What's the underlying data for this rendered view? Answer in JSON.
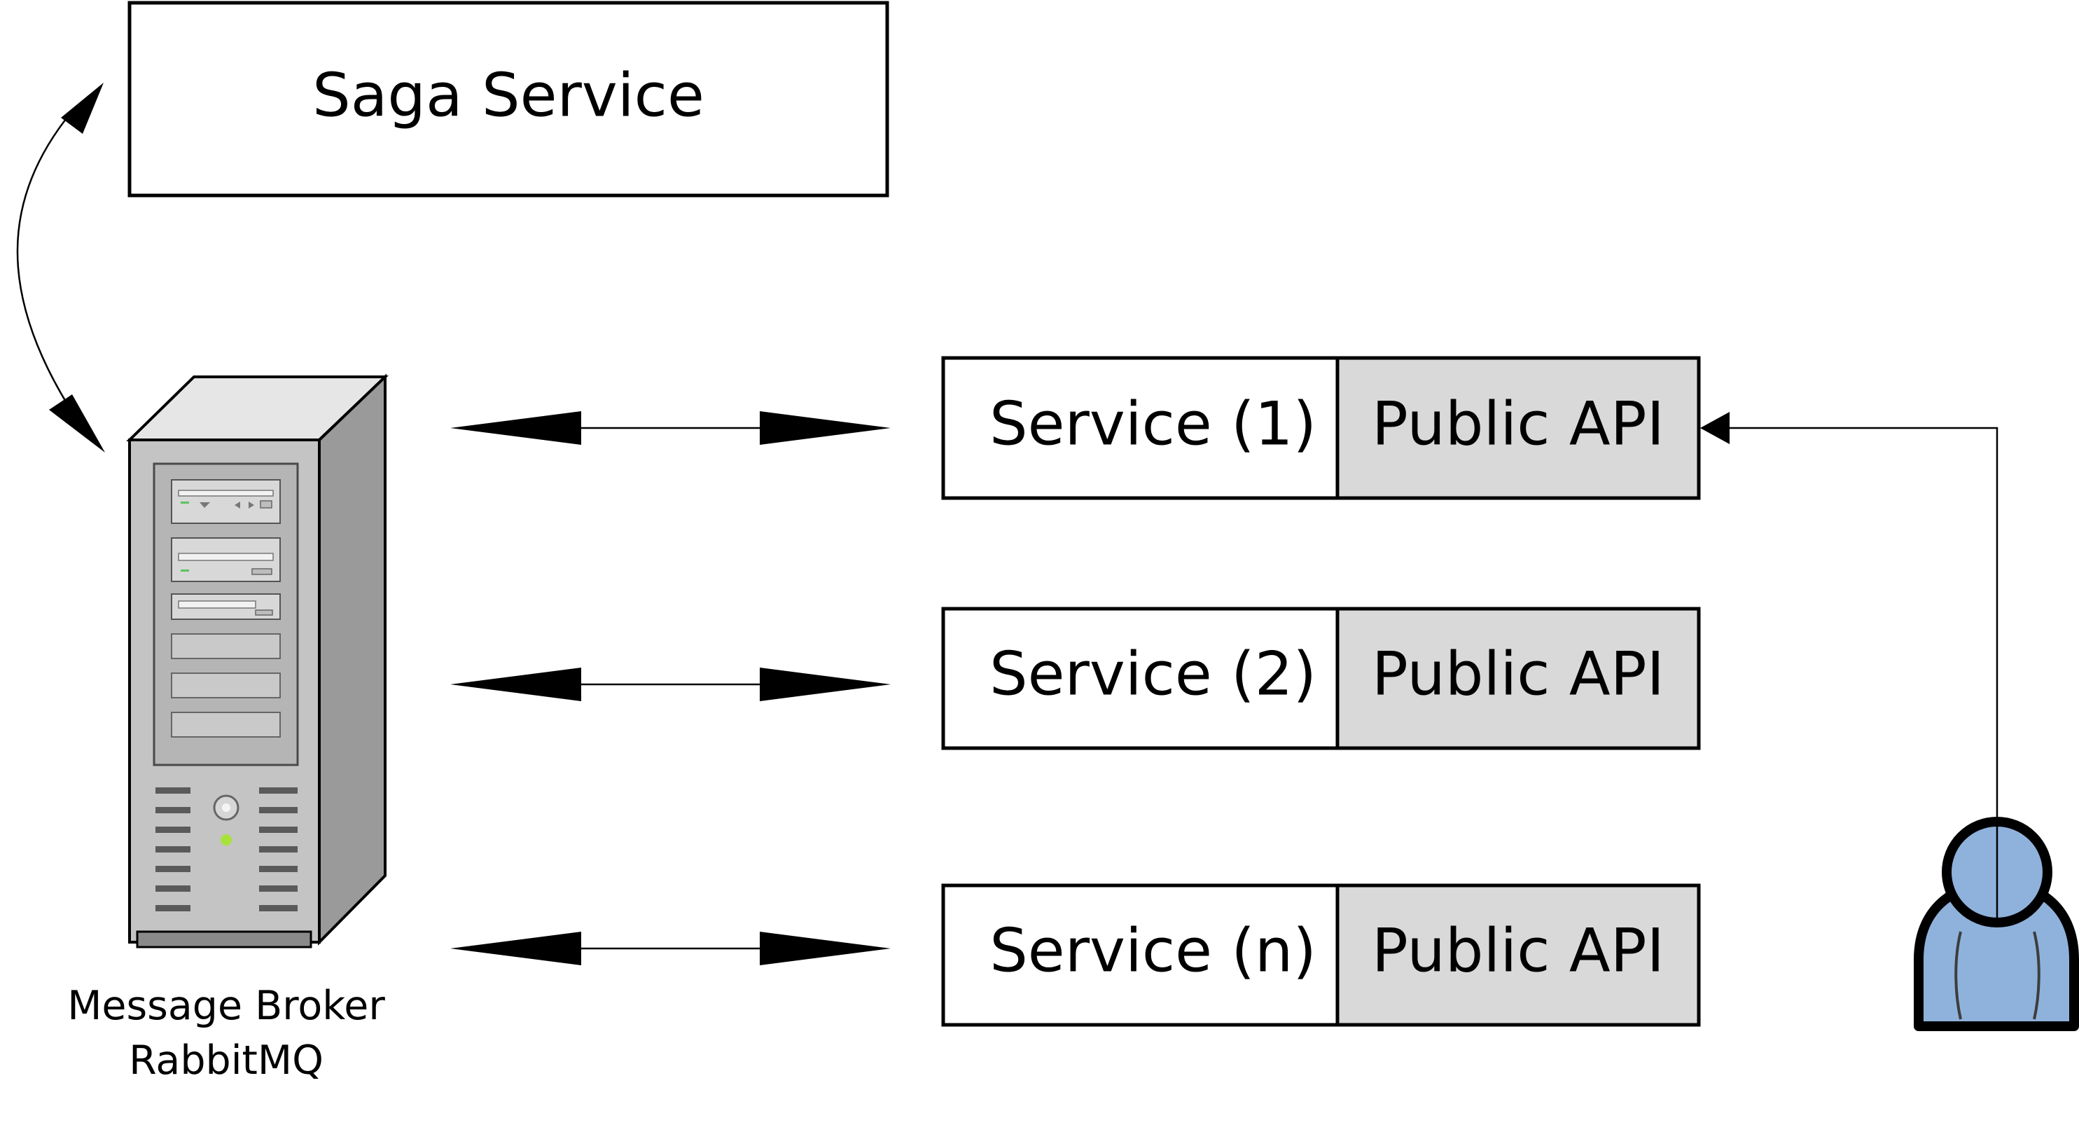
{
  "saga": {
    "label": "Saga Service"
  },
  "broker": {
    "line1": "Message Broker",
    "line2": "RabbitMQ"
  },
  "services": [
    {
      "name": "Service (1)",
      "api": "Public API"
    },
    {
      "name": "Service (2)",
      "api": "Public API"
    },
    {
      "name": "Service (n)",
      "api": "Public API"
    }
  ],
  "colors": {
    "line": "#000000",
    "api_fill": "#d9d9d9",
    "server_body": "#c0c0c0",
    "server_side": "#9a9a9a",
    "user_fill": "#8fb2dc"
  },
  "icons": {
    "broker": "server-tower-icon",
    "client": "user-icon"
  }
}
